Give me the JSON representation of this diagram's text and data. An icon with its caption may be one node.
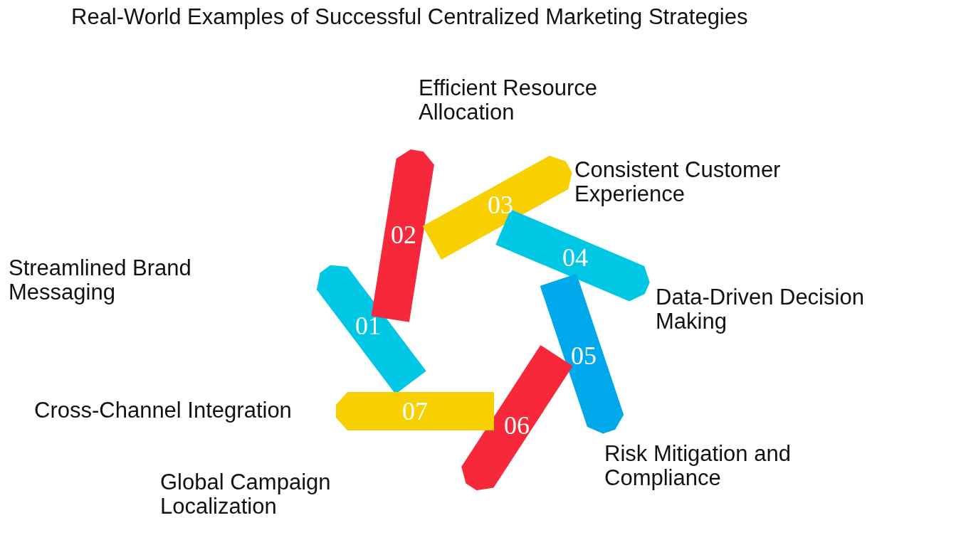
{
  "diagram": {
    "title": "Real-World Examples of Successful Centralized Marketing Strategies",
    "nodes": [
      {
        "text": [
          "01"
        ]
      },
      {
        "text": [
          "02"
        ],
        "beside": [
          "Efficient Resource Allocation"
        ]
      },
      {
        "text": [
          "03"
        ],
        "beside": [
          "Consistent Customer Experience"
        ]
      },
      {
        "text": [
          "04"
        ],
        "beside": [
          "Data-Driven Decision Making"
        ]
      },
      {
        "text": [
          "05"
        ],
        "beside": [
          "Risk Mitigation and Compliance"
        ]
      },
      {
        "text": [
          "06"
        ]
      },
      {
        "text": [
          "07"
        ]
      }
    ],
    "labels": [
      "Streamlined Brand Messaging",
      "Cross-Channel Integration",
      "Global Campaign Localization"
    ]
  }
}
